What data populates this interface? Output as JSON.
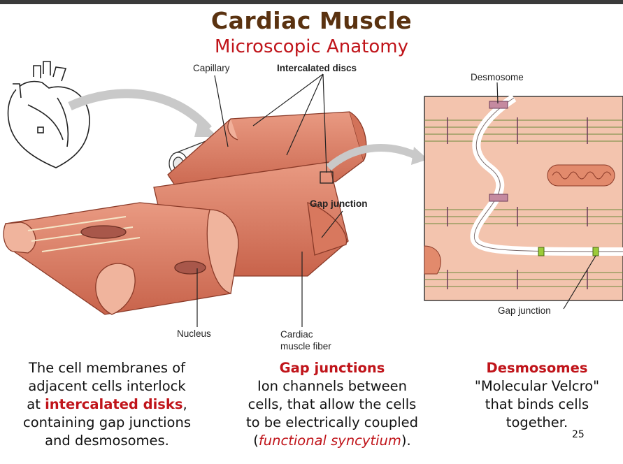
{
  "header": {
    "title": "Cardiac Muscle",
    "subtitle": "Microscopic Anatomy"
  },
  "labels": {
    "capillary": "Capillary",
    "intercalated_discs": "Intercalated discs",
    "desmosome": "Desmosome",
    "gap_junction_main": "Gap junction",
    "gap_junction_inset": "Gap junction",
    "nucleus": "Nucleus",
    "fiber_line1": "Cardiac",
    "fiber_line2": "muscle fiber"
  },
  "text": {
    "left": {
      "line1": "The cell membranes of",
      "line2": "adjacent cells interlock",
      "line3_pre": "at ",
      "line3_em": "intercalated disks",
      "line3_post": ",",
      "line4": "containing gap junctions",
      "line5": "and desmosomes."
    },
    "middle": {
      "heading": "Gap junctions",
      "line1": "Ion channels between",
      "line2": "cells, that allow the cells",
      "line3": "to be electrically coupled",
      "line4_open": "(",
      "line4_em": "functional syncytium",
      "line4_close": ")."
    },
    "right": {
      "heading": "Desmosomes",
      "line1": "\"Molecular Velcro\"",
      "line2": "that binds cells",
      "line3": "together."
    }
  },
  "page_number": "25",
  "colors": {
    "title": "#5a3210",
    "accent_red": "#c0141a",
    "muscle": "#e0836a",
    "muscle_dark": "#b5543e",
    "inset_bg": "#f3c4ae"
  }
}
